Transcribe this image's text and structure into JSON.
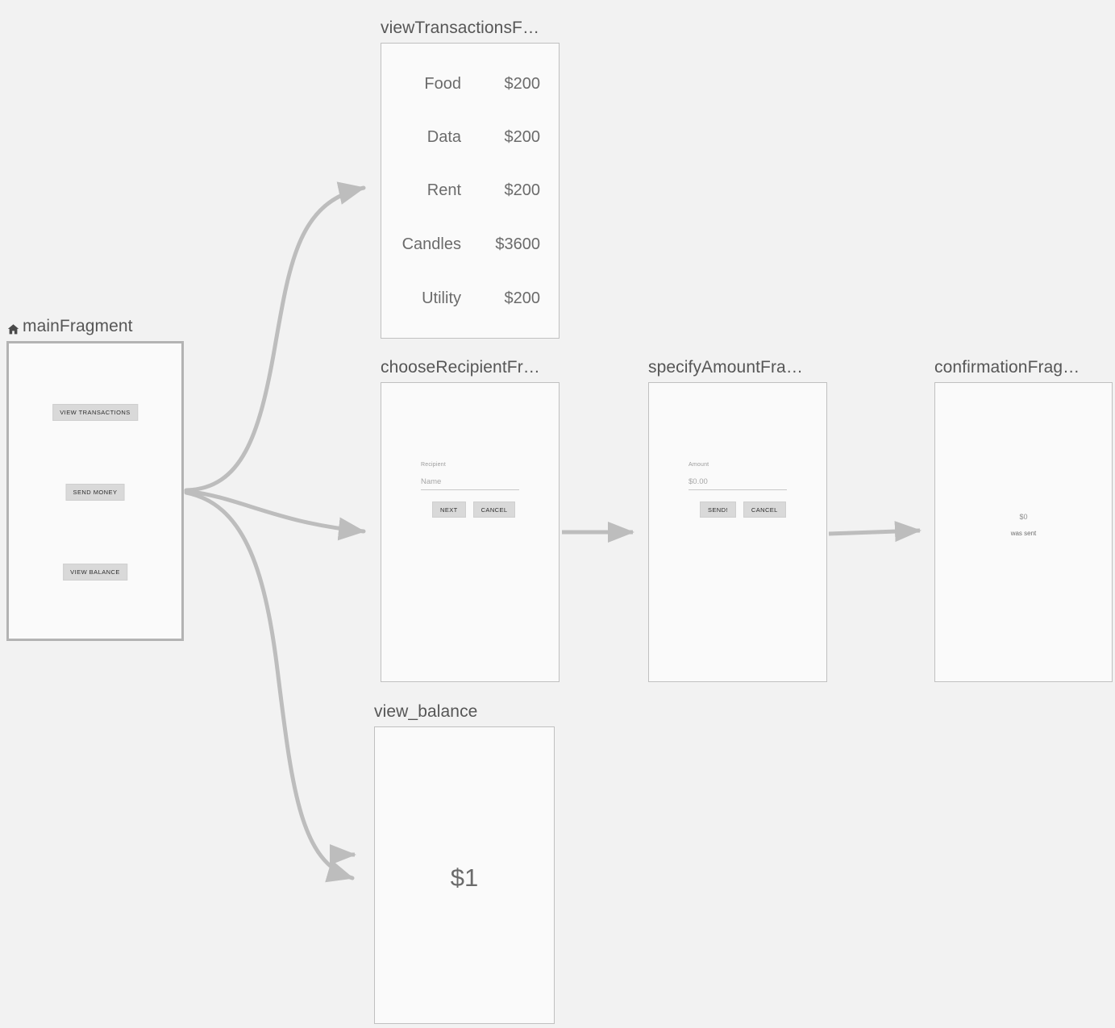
{
  "canvas": {
    "background_color": "#f2f2f2",
    "node_fill_color": "#fafafa",
    "node_border_color": "#c0c0c0",
    "selected_border_color": "#b3b3b3",
    "edge_color": "#bdbdbd"
  },
  "destinations": {
    "main": {
      "id": "mainFragment",
      "title": "mainFragment",
      "is_start_destination": true,
      "start_icon": "home-icon",
      "buttons": [
        {
          "label": "VIEW TRANSACTIONS"
        },
        {
          "label": "SEND MONEY"
        },
        {
          "label": "VIEW BALANCE"
        }
      ]
    },
    "view_transactions": {
      "id": "viewTransactionsFragment",
      "title": "viewTransactionsF…",
      "rows": [
        {
          "category": "Food",
          "amount": "$200"
        },
        {
          "category": "Data",
          "amount": "$200"
        },
        {
          "category": "Rent",
          "amount": "$200"
        },
        {
          "category": "Candles",
          "amount": "$3600"
        },
        {
          "category": "Utility",
          "amount": "$200"
        }
      ]
    },
    "choose_recipient": {
      "id": "chooseRecipientFragment",
      "title": "chooseRecipientFr…",
      "field_label": "Recipient",
      "field_placeholder": "Name",
      "field_value": "",
      "primary_button": "NEXT",
      "secondary_button": "CANCEL"
    },
    "specify_amount": {
      "id": "specifyAmountFragment",
      "title": "specifyAmountFra…",
      "field_label": "Amount",
      "field_placeholder": "$0.00",
      "field_value": "",
      "primary_button": "SEND!",
      "secondary_button": "CANCEL"
    },
    "confirmation": {
      "id": "confirmationFragment",
      "title": "confirmationFrag…",
      "amount": "$0",
      "message": "was sent"
    },
    "view_balance": {
      "id": "view_balance",
      "title": "view_balance",
      "balance": "$1"
    }
  },
  "actions": [
    {
      "from": "mainFragment",
      "to": "viewTransactionsFragment"
    },
    {
      "from": "mainFragment",
      "to": "chooseRecipientFragment"
    },
    {
      "from": "mainFragment",
      "to": "view_balance"
    },
    {
      "from": "chooseRecipientFragment",
      "to": "specifyAmountFragment"
    },
    {
      "from": "specifyAmountFragment",
      "to": "confirmationFragment"
    }
  ]
}
